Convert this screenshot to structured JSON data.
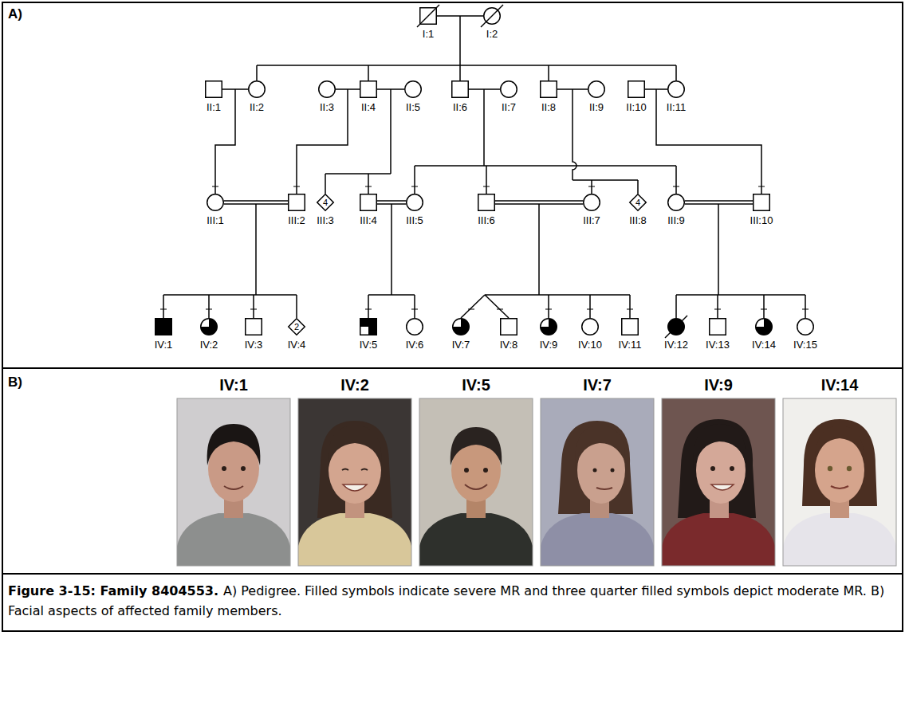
{
  "diagram": {
    "title": "Figure 3-15: Family 8404553.",
    "caption": "A) Pedigree. Filled symbols indicate severe MR and three quarter filled symbols depict moderate MR. B) Facial aspects of affected family members.",
    "nodes": [
      {
        "text": [
          "I:1"
        ]
      },
      {
        "text": [
          "I:2"
        ]
      },
      {
        "text": [
          "II:1"
        ]
      },
      {
        "text": [
          "II:2"
        ]
      },
      {
        "text": [
          "II:3"
        ]
      },
      {
        "text": [
          "II:4"
        ]
      },
      {
        "text": [
          "II:5"
        ]
      },
      {
        "text": [
          "II:6"
        ]
      },
      {
        "text": [
          "II:7"
        ]
      },
      {
        "text": [
          "II:8"
        ]
      },
      {
        "text": [
          "II:9"
        ]
      },
      {
        "text": [
          "II:10"
        ]
      },
      {
        "text": [
          "II:11"
        ]
      },
      {
        "text": [
          "III:1"
        ]
      },
      {
        "text": [
          "III:2"
        ]
      },
      {
        "text": [
          "4",
          "III:3"
        ]
      },
      {
        "text": [
          "III:4"
        ]
      },
      {
        "text": [
          "III:5"
        ]
      },
      {
        "text": [
          "III:6"
        ]
      },
      {
        "text": [
          "III:7"
        ]
      },
      {
        "text": [
          "4",
          "III:8"
        ]
      },
      {
        "text": [
          "III:9"
        ]
      },
      {
        "text": [
          "III:10"
        ]
      },
      {
        "text": [
          "IV:1"
        ]
      },
      {
        "text": [
          "IV:2"
        ]
      },
      {
        "text": [
          "IV:3"
        ]
      },
      {
        "text": [
          "2",
          "IV:4"
        ]
      },
      {
        "text": [
          "IV:5"
        ]
      },
      {
        "text": [
          "IV:6"
        ]
      },
      {
        "text": [
          "IV:7"
        ]
      },
      {
        "text": [
          "IV:8"
        ]
      },
      {
        "text": [
          "IV:9"
        ]
      },
      {
        "text": [
          "IV:10"
        ]
      },
      {
        "text": [
          "IV:11"
        ]
      },
      {
        "text": [
          "IV:12"
        ]
      },
      {
        "text": [
          "IV:13"
        ]
      },
      {
        "text": [
          "IV:14"
        ]
      },
      {
        "text": [
          "IV:15"
        ]
      }
    ],
    "edges": [
      {
        "from": 0,
        "to": 1,
        "arrow": "none"
      },
      {
        "from": 2,
        "to": 3,
        "arrow": "none"
      },
      {
        "from": 4,
        "to": 5,
        "arrow": "none"
      },
      {
        "from": 5,
        "to": 6,
        "arrow": "none"
      },
      {
        "from": 7,
        "to": 8,
        "arrow": "none"
      },
      {
        "from": 9,
        "to": 10,
        "arrow": "none"
      },
      {
        "from": 11,
        "to": 12,
        "arrow": "none"
      },
      {
        "from": 13,
        "to": 14,
        "arrow": "none"
      },
      {
        "from": 16,
        "to": 17,
        "arrow": "none"
      },
      {
        "from": 18,
        "to": 19,
        "arrow": "none"
      },
      {
        "from": 21,
        "to": 22,
        "arrow": "none"
      }
    ],
    "labels": [
      "A)",
      "B)",
      "IV:1",
      "IV:2",
      "IV:5",
      "IV:7",
      "IV:9",
      "IV:14"
    ]
  }
}
